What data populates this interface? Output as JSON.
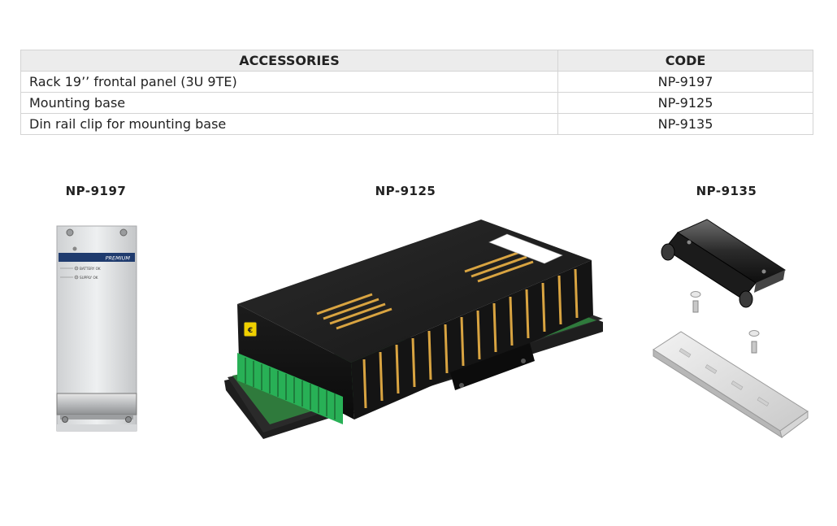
{
  "table": {
    "headers": {
      "accessories": "ACCESSORIES",
      "code": "CODE"
    },
    "rows": [
      {
        "name": "Rack 19’’ frontal panel (3U 9TE)",
        "code": "NP-9197"
      },
      {
        "name": "Mounting base",
        "code": "NP-9125"
      },
      {
        "name": "Din rail clip for mounting base",
        "code": "NP-9135"
      }
    ]
  },
  "products": [
    {
      "label": "NP-9197",
      "panel_brand": "PREMIUM",
      "panel_led1": "BATTERY OK",
      "panel_led2": "SUPPLY OK"
    },
    {
      "label": "NP-9125"
    },
    {
      "label": "NP-9135"
    }
  ]
}
